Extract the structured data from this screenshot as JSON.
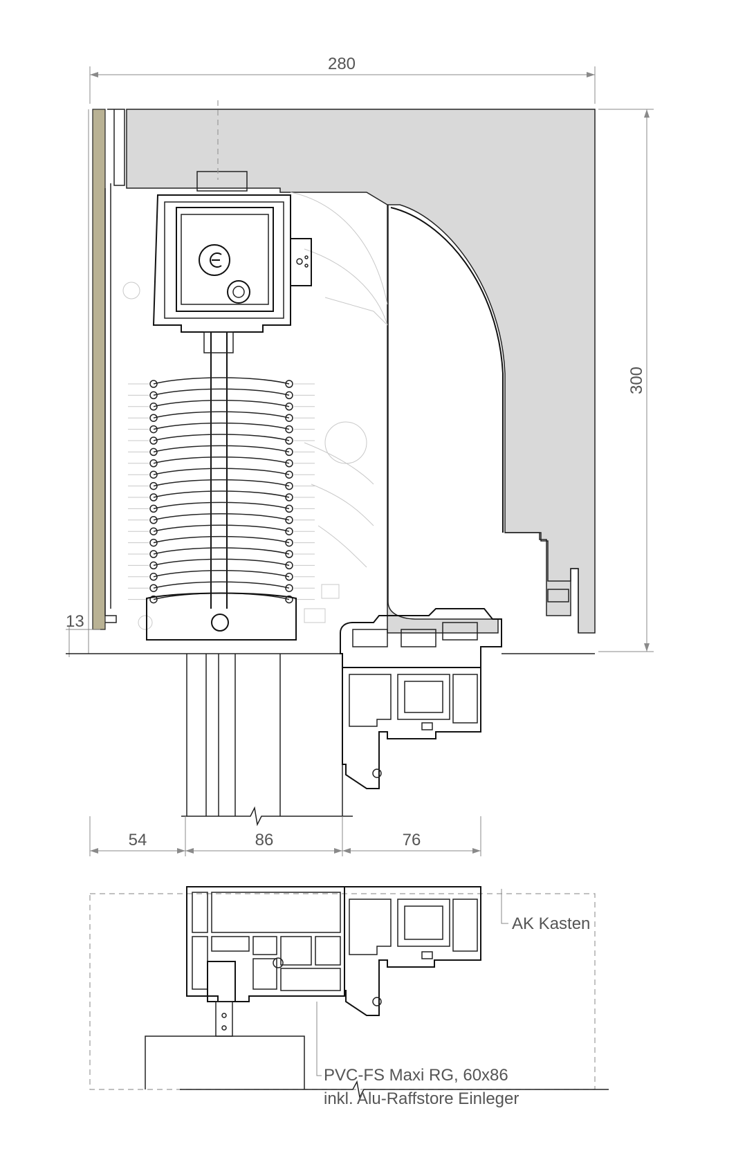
{
  "dimensions": {
    "width_total": "280",
    "height_total": "300",
    "left_offset": "13",
    "bottom_left": "54",
    "bottom_middle": "86",
    "bottom_right": "76"
  },
  "labels": {
    "box": "AK Kasten",
    "profile_line1": "PVC-FS Maxi RG, 60x86",
    "profile_line2": "inkl. Alu-Raffstore Einleger"
  },
  "colors": {
    "housing_fill": "#d9d9d9",
    "insulation_fill": "#b9b294",
    "line": "#222222",
    "dimension": "#8a8a8a"
  }
}
